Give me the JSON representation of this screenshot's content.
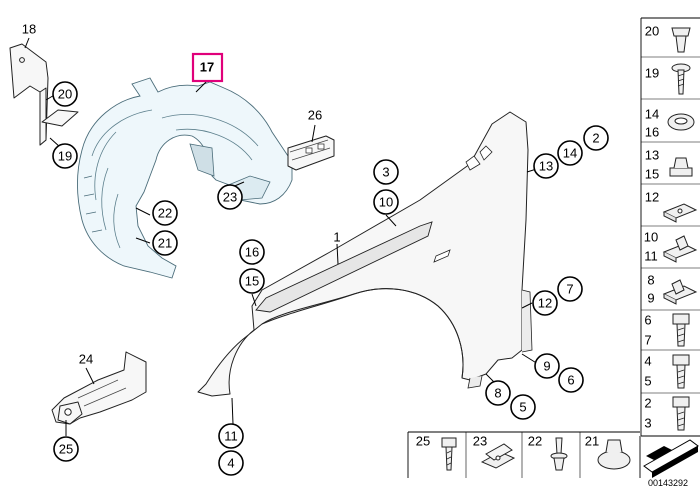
{
  "diagram": {
    "highlight_color": "#e0007a",
    "highlighted_label": "17",
    "reference_number": "00143292",
    "callouts": {
      "c18": "18",
      "c20": "20",
      "c19": "19",
      "c17": "17",
      "c26": "26",
      "c22": "22",
      "c21": "21",
      "c23": "23",
      "c3": "3",
      "c10": "10",
      "c1": "1",
      "c16": "16",
      "c15": "15",
      "c14": "14",
      "c2": "2",
      "c13": "13",
      "c7": "7",
      "c12": "12",
      "c9": "9",
      "c6": "6",
      "c8": "8",
      "c5": "5",
      "c11": "11",
      "c4": "4",
      "c24": "24",
      "c25": "25"
    },
    "legend_column": [
      {
        "labels": [
          "20"
        ],
        "icon": "push-rivet-icon"
      },
      {
        "labels": [
          "19"
        ],
        "icon": "screw-icon"
      },
      {
        "labels": [
          "14",
          "16"
        ],
        "icon": "grommet-ring-icon"
      },
      {
        "labels": [
          "13",
          "15"
        ],
        "icon": "nut-cap-icon"
      },
      {
        "labels": [
          "12"
        ],
        "icon": "clip-nut-icon"
      },
      {
        "labels": [
          "10",
          "11"
        ],
        "icon": "clip-nut-icon"
      },
      {
        "labels": [
          "8",
          "9"
        ],
        "icon": "clip-nut-icon"
      },
      {
        "labels": [
          "6",
          "7"
        ],
        "icon": "hex-bolt-icon"
      },
      {
        "labels": [
          "4",
          "5"
        ],
        "icon": "hex-bolt-icon"
      },
      {
        "labels": [
          "2",
          "3"
        ],
        "icon": "hex-bolt-icon"
      }
    ],
    "legend_row": [
      {
        "label": "25",
        "icon": "bolt-icon"
      },
      {
        "label": "23",
        "icon": "spring-clip-icon"
      },
      {
        "label": "22",
        "icon": "expanding-rivet-icon"
      },
      {
        "label": "21",
        "icon": "domed-nut-icon"
      }
    ]
  }
}
